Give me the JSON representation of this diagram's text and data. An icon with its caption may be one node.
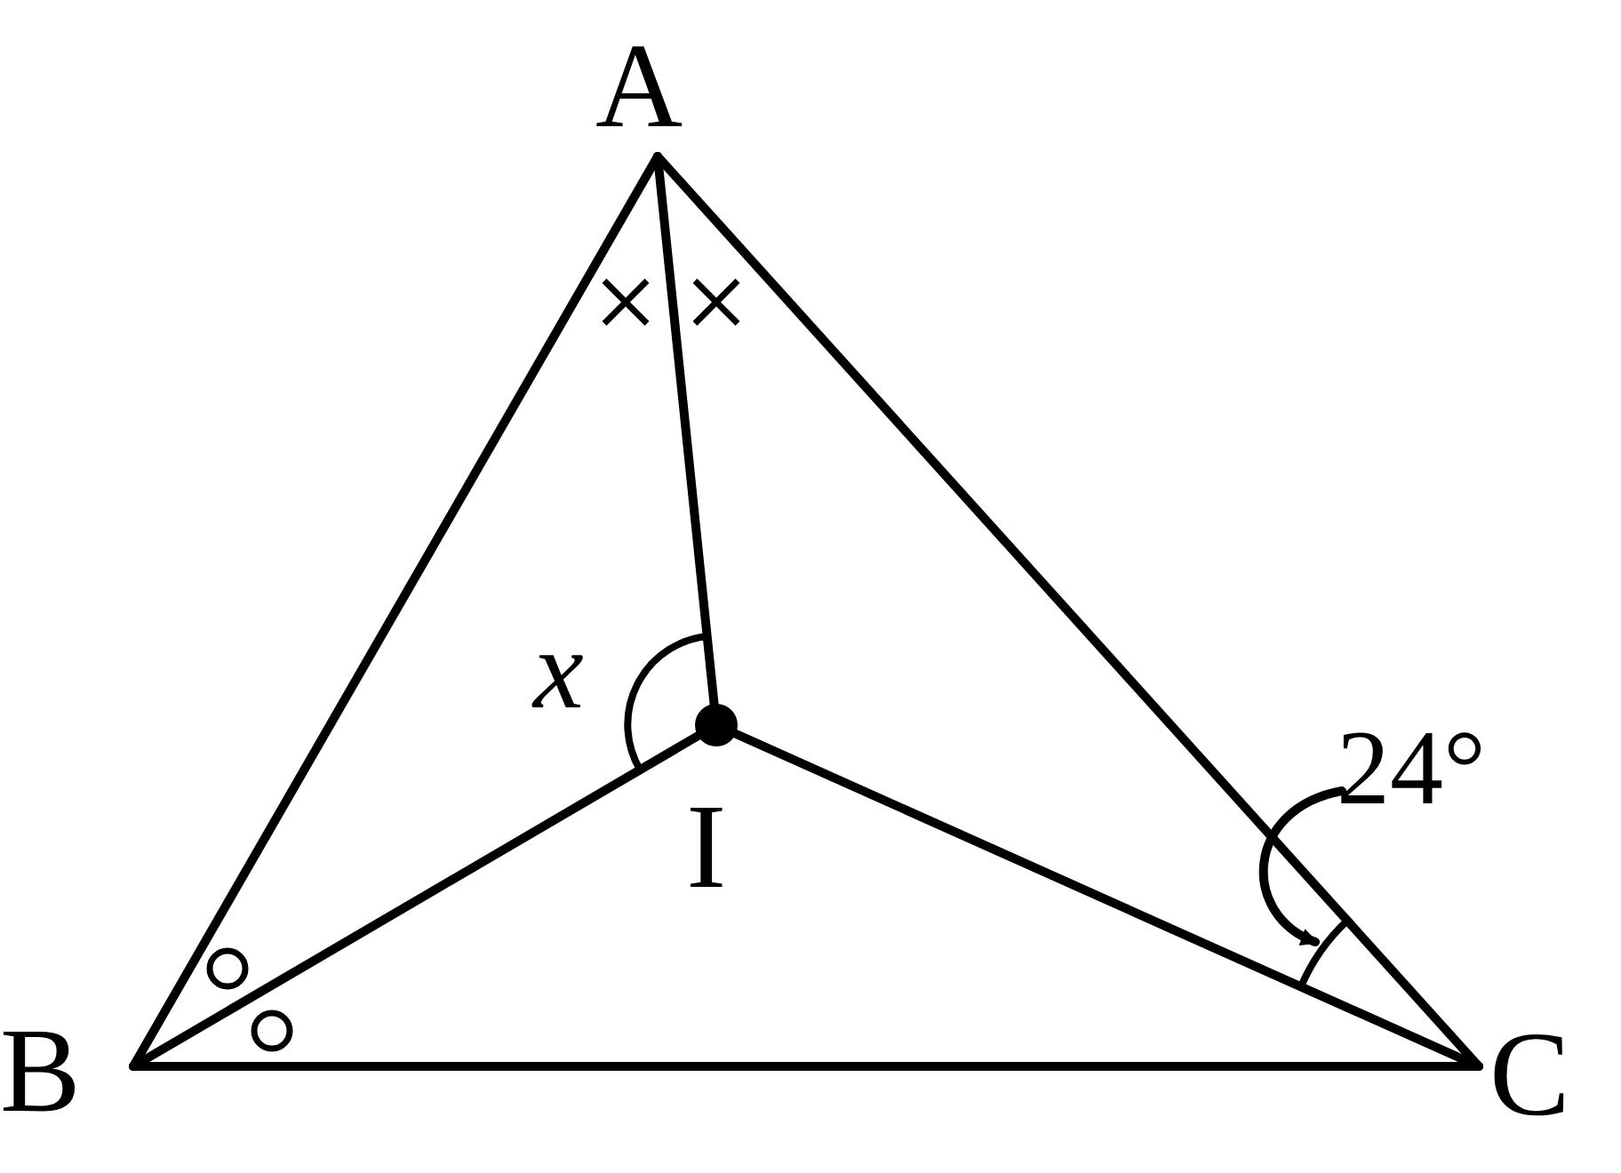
{
  "diagram": {
    "nodes": [
      {
        "text": [
          "A"
        ]
      },
      {
        "text": [
          "B"
        ]
      },
      {
        "text": [
          "C"
        ]
      },
      {
        "text": [
          "I"
        ]
      },
      {
        "text": [
          "24°"
        ]
      }
    ],
    "edges": [
      {
        "from": 0,
        "to": 1,
        "arrow": "none"
      },
      {
        "from": 1,
        "to": 2,
        "arrow": "none"
      },
      {
        "from": 2,
        "to": 0,
        "arrow": "none"
      },
      {
        "from": 0,
        "to": 3,
        "arrow": "none"
      },
      {
        "from": 1,
        "to": 3,
        "arrow": "none"
      },
      {
        "from": 2,
        "to": 3,
        "arrow": "none"
      },
      {
        "from": 4,
        "to": null,
        "arrow": "to"
      }
    ],
    "labels": [
      "x"
    ]
  }
}
